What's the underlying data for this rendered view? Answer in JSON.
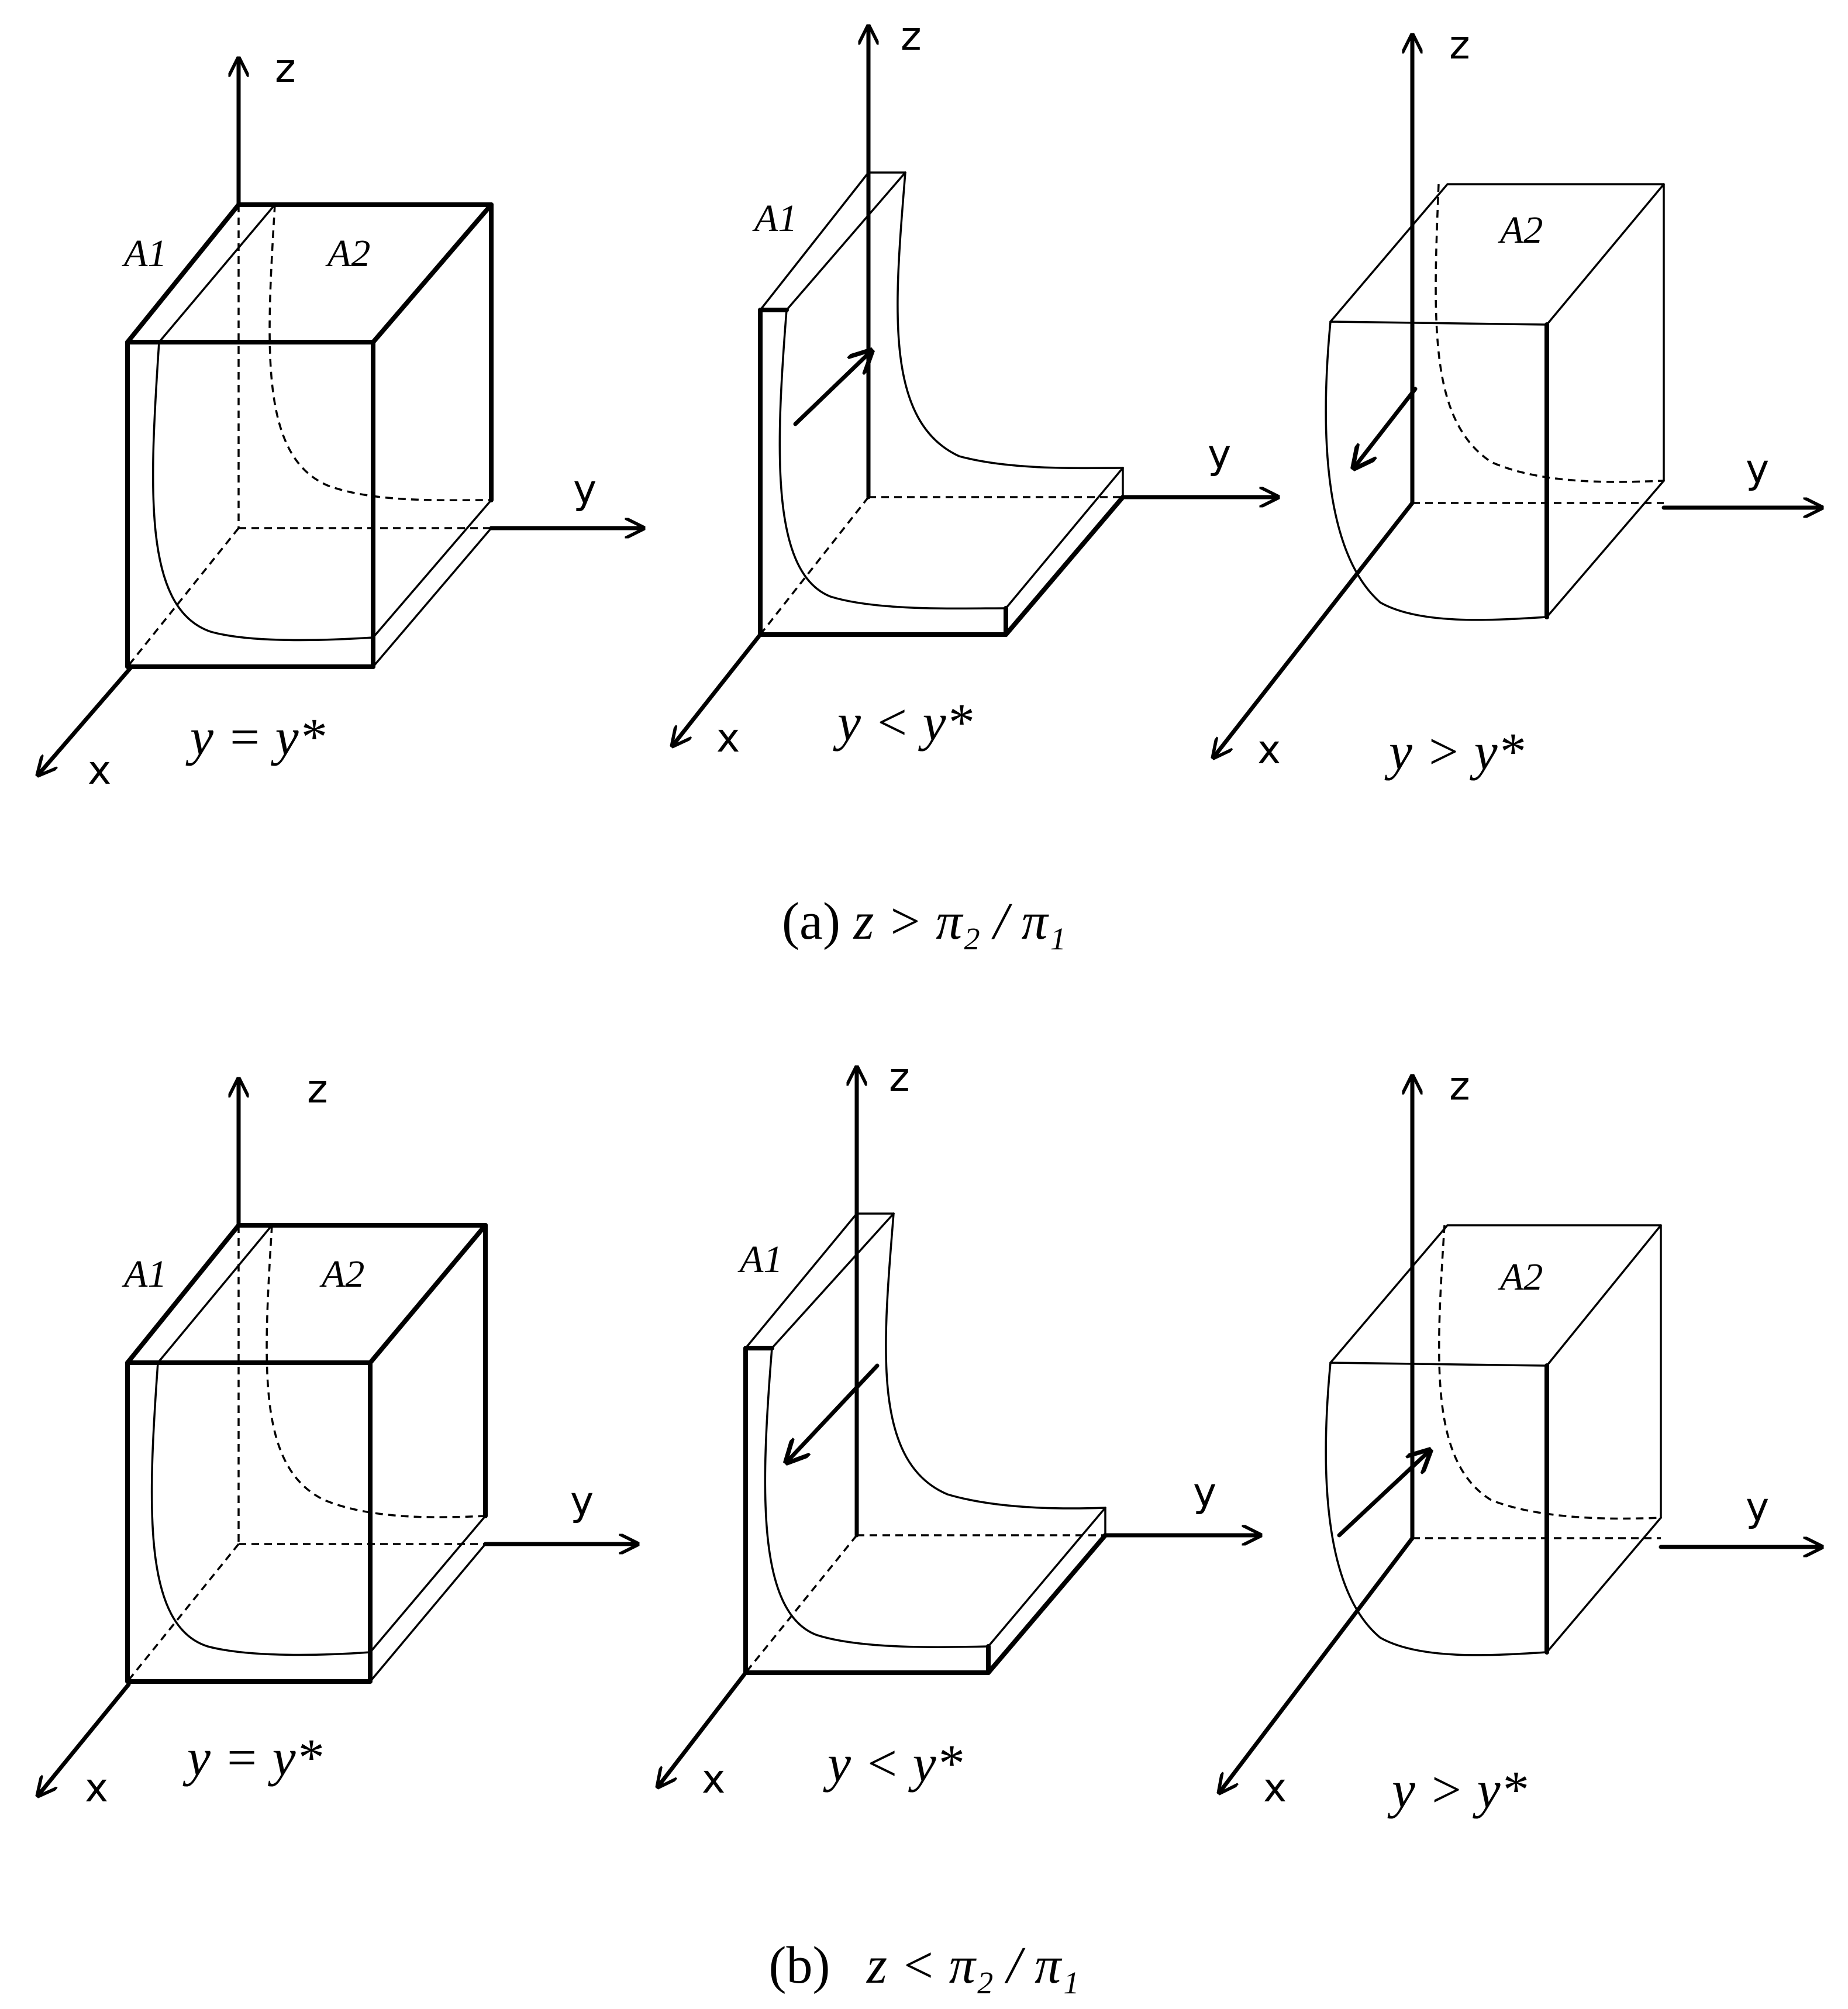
{
  "axes": {
    "x": "x",
    "y": "y",
    "z": "z"
  },
  "regions": {
    "a1": "A1",
    "a2": "A2"
  },
  "rows": [
    {
      "caption_prefix": "(a)",
      "caption_math": "z > π₂ / π₁",
      "panels": [
        {
          "condition": "y = y*"
        },
        {
          "condition": "y < y*"
        },
        {
          "condition": "y > y*"
        }
      ]
    },
    {
      "caption_prefix": "(b)",
      "caption_math": "z < π₂ / π₁",
      "panels": [
        {
          "condition": "y = y*"
        },
        {
          "condition": "y < y*"
        },
        {
          "condition": "y > y*"
        }
      ]
    }
  ]
}
